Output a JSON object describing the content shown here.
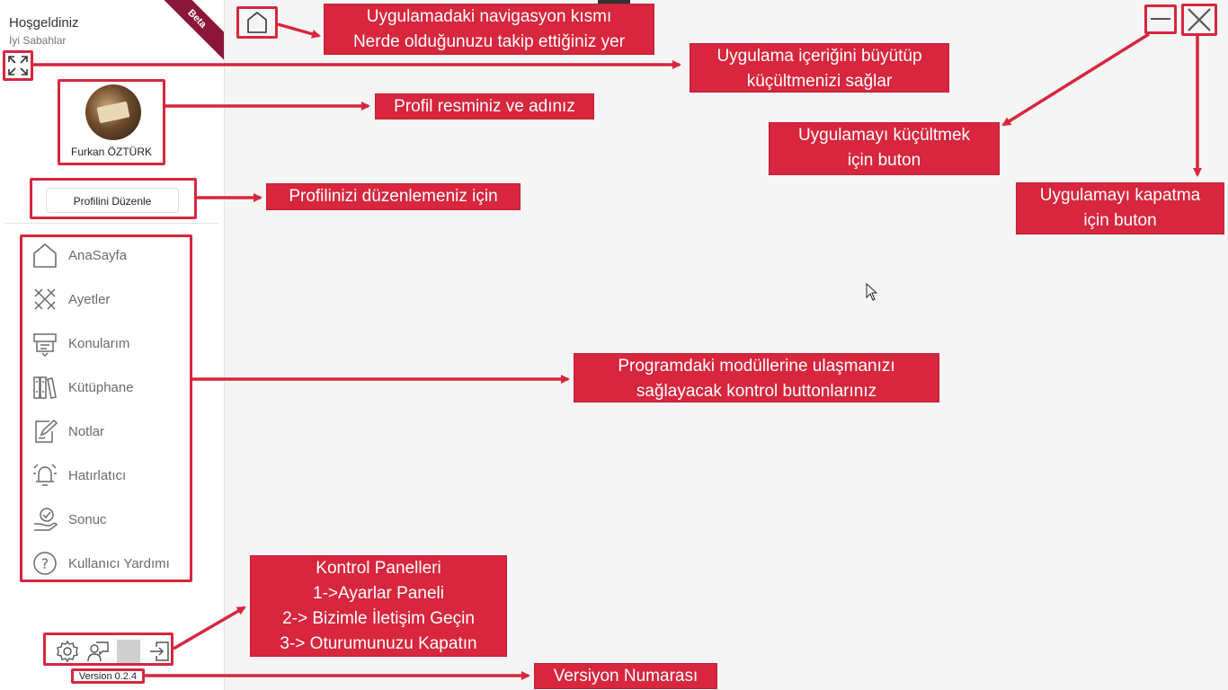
{
  "sidebar": {
    "greeting_title": "Hoşgeldiniz",
    "greeting_subtitle": "İyi Sabahlar",
    "beta_label": "Beta",
    "profile_name": "Furkan ÖZTÜRK",
    "edit_profile_label": "Profilini Düzenle",
    "nav_items": [
      {
        "label": "AnaSayfa",
        "icon": "home-icon"
      },
      {
        "label": "Ayetler",
        "icon": "quran-icon"
      },
      {
        "label": "Konularım",
        "icon": "topics-icon"
      },
      {
        "label": "Kütüphane",
        "icon": "library-icon"
      },
      {
        "label": "Notlar",
        "icon": "notes-icon"
      },
      {
        "label": "Hatırlatıcı",
        "icon": "alarm-icon"
      },
      {
        "label": "Sonuc",
        "icon": "result-icon"
      },
      {
        "label": "Kullanıcı Yardımı",
        "icon": "help-icon"
      }
    ],
    "bottom_icons": [
      "gear-icon",
      "contact-icon",
      "placeholder-icon",
      "logout-icon"
    ],
    "version": "Version 0.2.4"
  },
  "callouts": {
    "navigation_line1": "Uygulamadaki navigasyon kısmı",
    "navigation_line2": "Nerde olduğunuzu takip ettiğiniz yer",
    "zoom_line1": "Uygulama içeriğini büyütüp",
    "zoom_line2": "küçültmenizi sağlar",
    "profile": "Profil resminiz ve adınız",
    "edit_profile": "Profilinizi düzenlemeniz için",
    "minimize_line1": "Uygulamayı küçültmek",
    "minimize_line2": "için buton",
    "close_line1": "Uygulamayı kapatma",
    "close_line2": "için buton",
    "modules_line1": "Programdaki modüllerine ulaşmanızı",
    "modules_line2": "sağlayacak kontrol buttonlarınız",
    "panels_line1": "Kontrol Panelleri",
    "panels_line2": "1->Ayarlar Paneli",
    "panels_line3": "2-> Bizimle İletişim Geçin",
    "panels_line4": "3-> Oturumunuzu Kapatın",
    "version": "Versiyon Numarası"
  },
  "colors": {
    "accent": "#d7263d",
    "beta_ribbon": "#8b1538",
    "icon_gray": "#6b6b6b"
  }
}
